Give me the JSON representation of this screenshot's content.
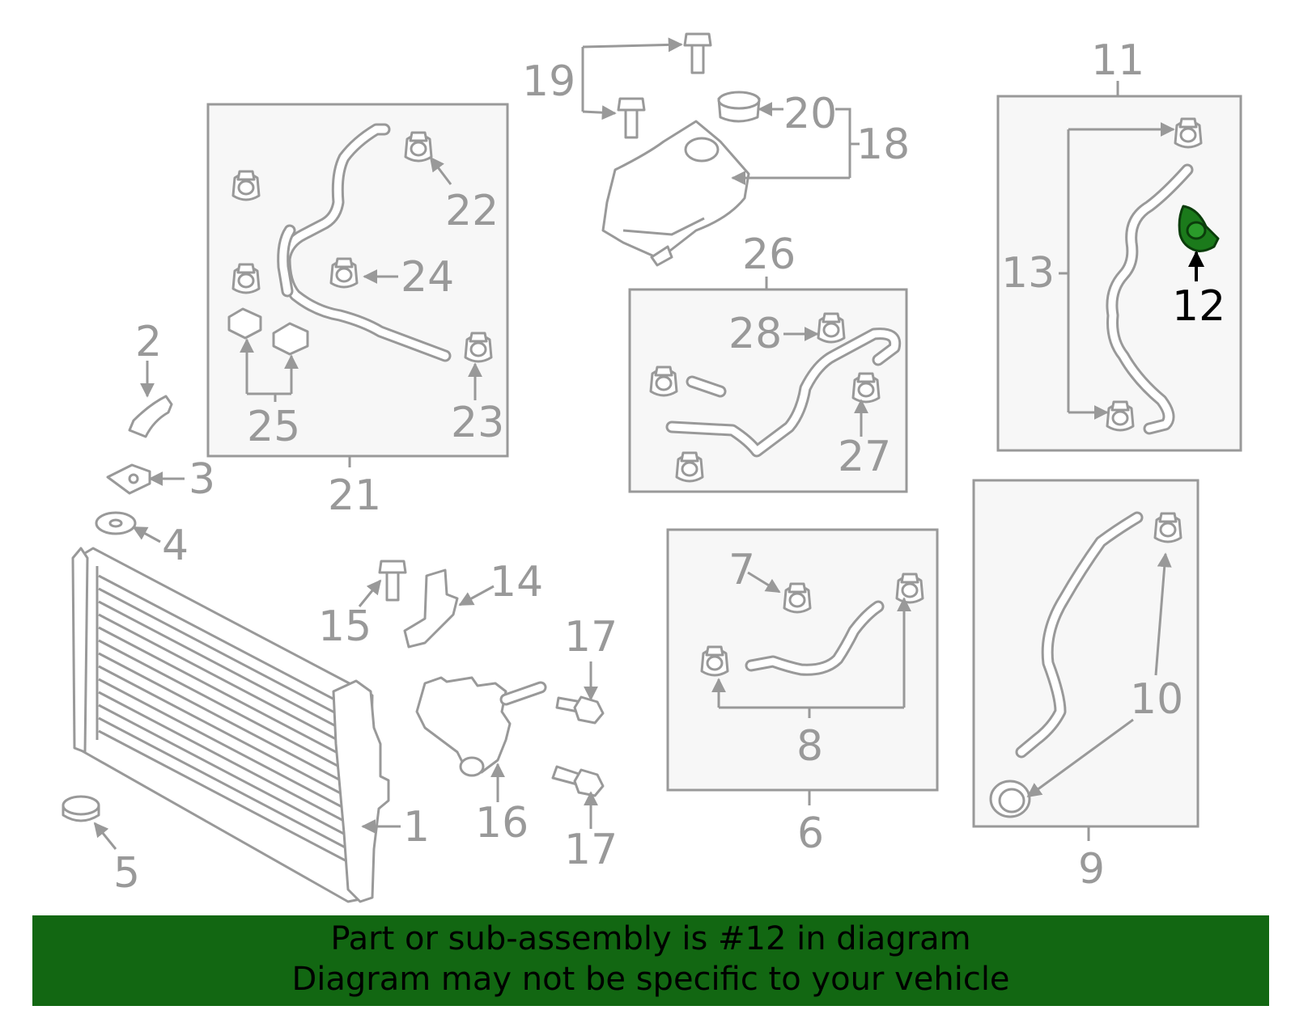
{
  "labels": {
    "1": "1",
    "2": "2",
    "3": "3",
    "4": "4",
    "5": "5",
    "6": "6",
    "7": "7",
    "8": "8",
    "9": "9",
    "10": "10",
    "11": "11",
    "12": "12",
    "13": "13",
    "14": "14",
    "15": "15",
    "16": "16",
    "17a": "17",
    "17b": "17",
    "18": "18",
    "19": "19",
    "20": "20",
    "21": "21",
    "22": "22",
    "23": "23",
    "24": "24",
    "25": "25",
    "26": "26",
    "27": "27",
    "28": "28"
  },
  "highlighted_part": "12",
  "banner": {
    "line1": "Part or sub-assembly is #12 in diagram",
    "line2": "Diagram may not be specific to your vehicle"
  },
  "colors": {
    "line_art": "#999999",
    "box_fill": "#f7f7f7",
    "highlight": "#1b7a1b",
    "banner_bg": "#126712"
  }
}
